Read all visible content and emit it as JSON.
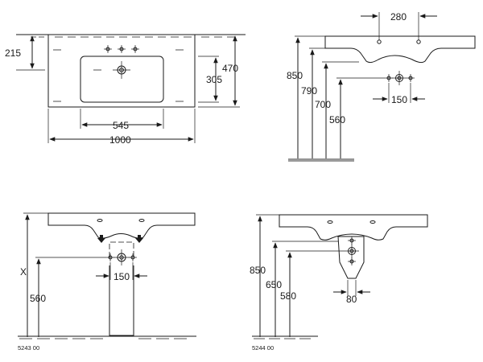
{
  "views": {
    "top": {
      "dim_width_total": "1000",
      "dim_width_bowl": "545",
      "dim_height_total": "470",
      "dim_bowl_depth": "305",
      "dim_tap_offset": "215"
    },
    "side": {
      "dim_tap_spacing": "280",
      "dim_height_850": "850",
      "dim_height_790": "790",
      "dim_height_700": "700",
      "dim_height_560": "560",
      "dim_fitting_spacing": "150"
    },
    "front_pedestal": {
      "dim_x": "X",
      "dim_height": "560",
      "dim_fitting_spacing": "150",
      "model_code": "5243 00"
    },
    "front_semi_pedestal": {
      "dim_height_850": "850",
      "dim_height_650": "650",
      "dim_height_580": "580",
      "dim_width_80": "80",
      "model_code": "5244 00"
    }
  },
  "colors": {
    "line": "#1a1a1a",
    "floor": "#9a9a9a",
    "background": "#ffffff"
  }
}
